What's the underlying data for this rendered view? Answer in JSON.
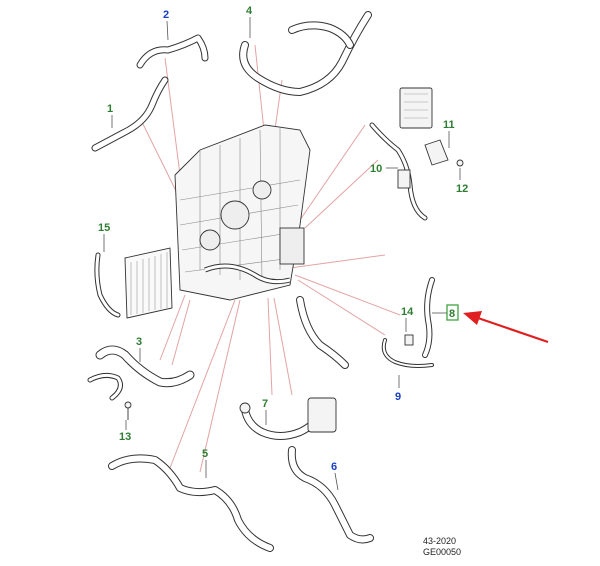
{
  "diagram": {
    "callouts": {
      "c1": "1",
      "c2": "2",
      "c3": "3",
      "c4": "4",
      "c5": "5",
      "c6": "6",
      "c7": "7",
      "c8": "8",
      "c9": "9",
      "c10": "10",
      "c11": "11",
      "c12": "12",
      "c13": "13",
      "c14": "14",
      "c15": "15"
    },
    "colors": {
      "green_callout": "#2e7d32",
      "blue_callout": "#1a3fc0",
      "leader_line": "#e3a3a3",
      "arrow": "#e02020",
      "highlight_box": "#3fa33f"
    },
    "footer": {
      "ref_line1": "43-2020",
      "ref_line2": "GE00050"
    }
  }
}
